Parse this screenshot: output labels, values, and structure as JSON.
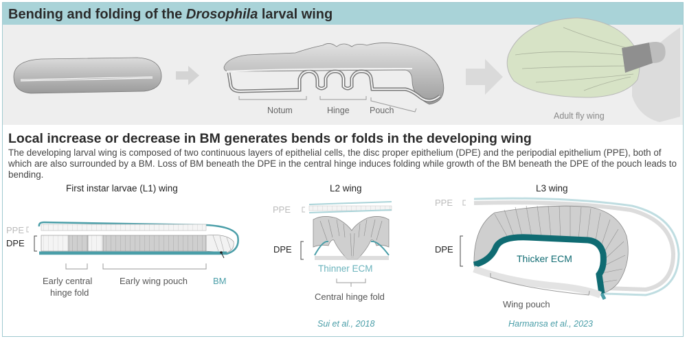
{
  "header": {
    "title_prefix": "Bending and folding of the ",
    "title_italic": "Drosophila",
    "title_suffix": " larval wing"
  },
  "top": {
    "label_notum": "Notum",
    "label_hinge": "Hinge",
    "label_pouch": "Pouch",
    "label_adult": "Adult fly wing"
  },
  "section": {
    "subtitle": "Local increase or decrease in BM generates bends or folds in the developing wing",
    "description": "The developing larval wing is composed of two continuous layers of epithelial cells, the disc proper epithelium (DPE) and the peripodial epithelium (PPE), both of which are also surrounded by a BM. Loss of BM beneath the DPE in the central hinge induces folding while growth of the BM beneath the DPE of the pouch leads to bending."
  },
  "l1": {
    "title": "First instar larvae (L1) wing",
    "ppe": "PPE",
    "dpe": "DPE",
    "label_hinge_line1": "Early central",
    "label_hinge_line2": "hinge fold",
    "label_pouch": "Early wing pouch",
    "label_bm": "BM"
  },
  "l2": {
    "title": "L2 wing",
    "ppe": "PPE",
    "dpe": "DPE",
    "label_ecm": "Thinner ECM",
    "label_fold": "Central hinge fold",
    "citation": "Sui et al., 2018"
  },
  "l3": {
    "title": "L3 wing",
    "ppe": "PPE",
    "dpe": "DPE",
    "label_ecm": "Thicker ECM",
    "label_pouch": "Wing pouch",
    "citation": "Harmansa et al., 2023"
  },
  "colors": {
    "header_bg": "#a9d3d8",
    "band_bg": "#eeeeee",
    "teal": "#4a9ea8",
    "dark_teal": "#0f6b72",
    "tissue_gray": "#c9c9c9"
  }
}
